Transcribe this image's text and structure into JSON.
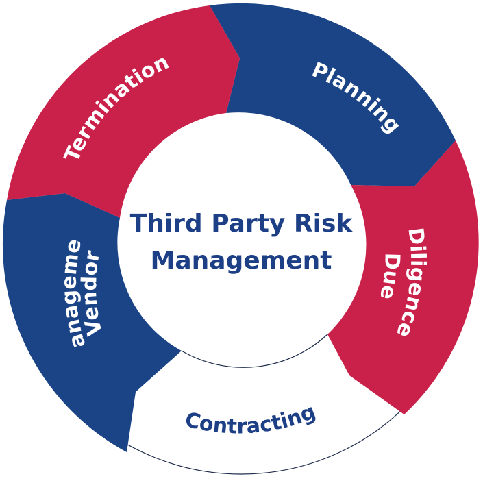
{
  "diagram": {
    "center": {
      "line1": "Third Party Risk",
      "line2": "Management"
    },
    "segments": [
      {
        "id": "planning",
        "label_lines": [
          "Planning"
        ],
        "color": "#1b4486",
        "text_color": "#ffffff"
      },
      {
        "id": "due-diligence",
        "label_lines": [
          "Due",
          "Diligence"
        ],
        "color": "#c9214a",
        "text_color": "#ffffff"
      },
      {
        "id": "contracting",
        "label_lines": [
          "Contracting"
        ],
        "color": "#ffffff",
        "text_color": "#1d3f86"
      },
      {
        "id": "vendor-management",
        "label_lines": [
          "Vendor",
          "Management"
        ],
        "color": "#1b4486",
        "text_color": "#ffffff"
      },
      {
        "id": "termination",
        "label_lines": [
          "Termination"
        ],
        "color": "#c9214a",
        "text_color": "#ffffff"
      }
    ]
  }
}
